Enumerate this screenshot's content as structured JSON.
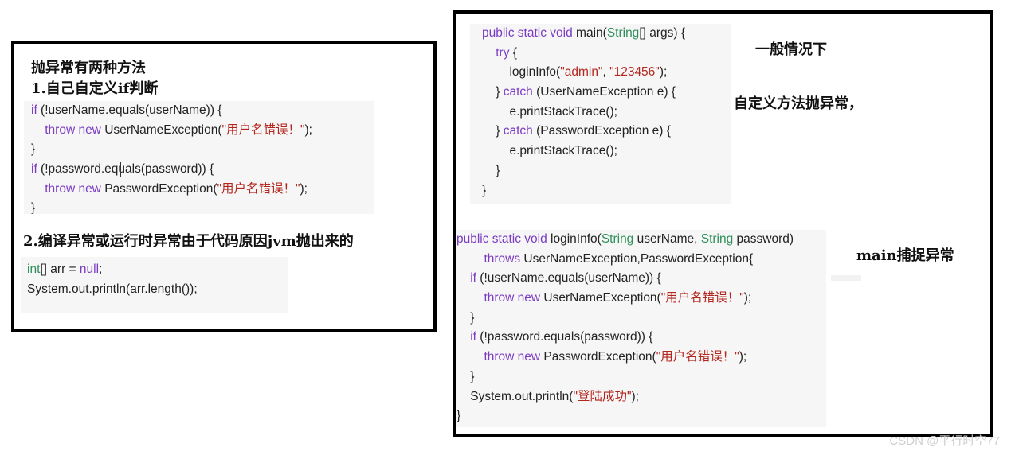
{
  "left_panel": {
    "title": "抛异常有两种方法",
    "point1": "1.自己自定义if判断",
    "code1": [
      [
        [
          "kw",
          "if"
        ],
        [
          "p",
          " (!userName.equals(userName)) {"
        ]
      ],
      [
        [
          "p",
          "    "
        ],
        [
          "kw",
          "throw new"
        ],
        [
          "p",
          " UserNameException("
        ],
        [
          "str",
          "\"用户名错误！\""
        ],
        [
          "p",
          ");"
        ]
      ],
      [
        [
          "p",
          "}"
        ]
      ],
      [
        [
          "kw",
          "if"
        ],
        [
          "p",
          " (!password.equals(password)) {"
        ]
      ],
      [
        [
          "p",
          "    "
        ],
        [
          "kw",
          "throw new"
        ],
        [
          "p",
          " PasswordException("
        ],
        [
          "str",
          "\"用户名错误！\""
        ],
        [
          "p",
          ");"
        ]
      ],
      [
        [
          "p",
          "}"
        ]
      ]
    ],
    "point2": "2.编译异常或运行时异常由于代码原因jvm抛出来的",
    "code2": [
      [
        [
          "ty",
          "int"
        ],
        [
          "p",
          "[] arr = "
        ],
        [
          "kw",
          "null"
        ],
        [
          "p",
          ";"
        ]
      ],
      [
        [
          "p",
          "System.out.println(arr.length());"
        ]
      ]
    ]
  },
  "right_panel": {
    "code_main": [
      [
        [
          "kw",
          "public static void"
        ],
        [
          "p",
          " main("
        ],
        [
          "ty",
          "String"
        ],
        [
          "p",
          "[] args) {"
        ]
      ],
      [
        [
          "p",
          "    "
        ],
        [
          "kw",
          "try"
        ],
        [
          "p",
          " {"
        ]
      ],
      [
        [
          "p",
          "        loginInfo("
        ],
        [
          "str",
          "\"admin\""
        ],
        [
          "p",
          ", "
        ],
        [
          "str",
          "\"123456\""
        ],
        [
          "p",
          ");"
        ]
      ],
      [
        [
          "p",
          "    } "
        ],
        [
          "kw",
          "catch"
        ],
        [
          "p",
          " (UserNameException e) {"
        ]
      ],
      [
        [
          "p",
          "        e.printStackTrace();"
        ]
      ],
      [
        [
          "p",
          "    } "
        ],
        [
          "kw",
          "catch"
        ],
        [
          "p",
          " (PasswordException e) {"
        ]
      ],
      [
        [
          "p",
          "        e.printStackTrace();"
        ]
      ],
      [
        [
          "p",
          "    }"
        ]
      ],
      [
        [
          "p",
          "}"
        ]
      ]
    ],
    "note1": "一般情况下",
    "note2": "自定义方法抛异常，",
    "code_login": [
      [
        [
          "kw",
          "public static void"
        ],
        [
          "p",
          " loginInfo("
        ],
        [
          "ty",
          "String"
        ],
        [
          "p",
          " userName, "
        ],
        [
          "ty",
          "String"
        ],
        [
          "p",
          " password)"
        ]
      ],
      [
        [
          "p",
          "        "
        ],
        [
          "kw",
          "throws"
        ],
        [
          "p",
          " UserNameException,PasswordException{"
        ]
      ],
      [
        [
          "p",
          "    "
        ],
        [
          "kw",
          "if"
        ],
        [
          "p",
          " (!userName.equals(userName)) {"
        ]
      ],
      [
        [
          "p",
          "        "
        ],
        [
          "kw",
          "throw new"
        ],
        [
          "p",
          " UserNameException("
        ],
        [
          "str",
          "\"用户名错误！\""
        ],
        [
          "p",
          ");"
        ]
      ],
      [
        [
          "p",
          "    }"
        ]
      ],
      [
        [
          "p",
          "    "
        ],
        [
          "kw",
          "if"
        ],
        [
          "p",
          " (!password.equals(password)) {"
        ]
      ],
      [
        [
          "p",
          "        "
        ],
        [
          "kw",
          "throw new"
        ],
        [
          "p",
          " PasswordException("
        ],
        [
          "str",
          "\"用户名错误！\""
        ],
        [
          "p",
          ");"
        ]
      ],
      [
        [
          "p",
          "    }"
        ]
      ],
      [
        [
          "p",
          "    System.out.println("
        ],
        [
          "str",
          "\"登陆成功\""
        ],
        [
          "p",
          ");"
        ]
      ],
      [
        [
          "p",
          "}"
        ]
      ]
    ],
    "note3": "main捕捉异常"
  },
  "watermark": "CSDN @平行时空77"
}
